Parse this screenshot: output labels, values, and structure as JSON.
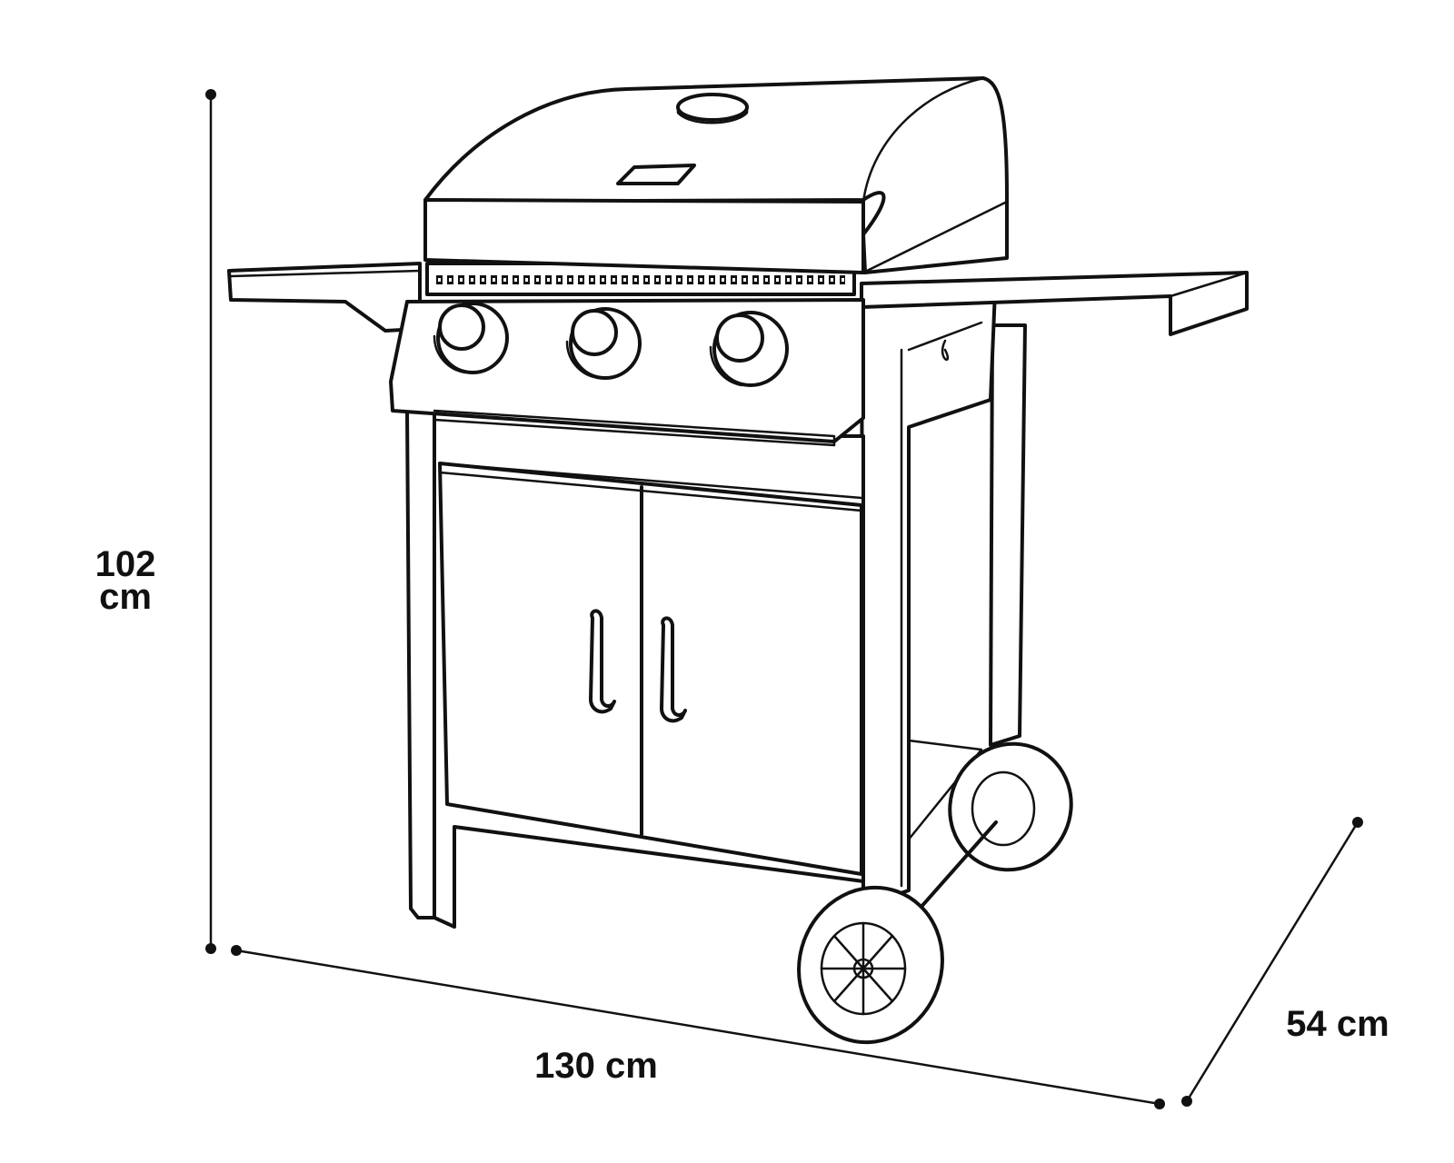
{
  "title": "Gas grill dimensions",
  "dimensions": {
    "height": {
      "value": "102",
      "unit": "cm"
    },
    "width": {
      "label": "130 cm"
    },
    "depth": {
      "label": "54 cm"
    }
  },
  "colors": {
    "line": "#111111",
    "background": "#ffffff"
  }
}
